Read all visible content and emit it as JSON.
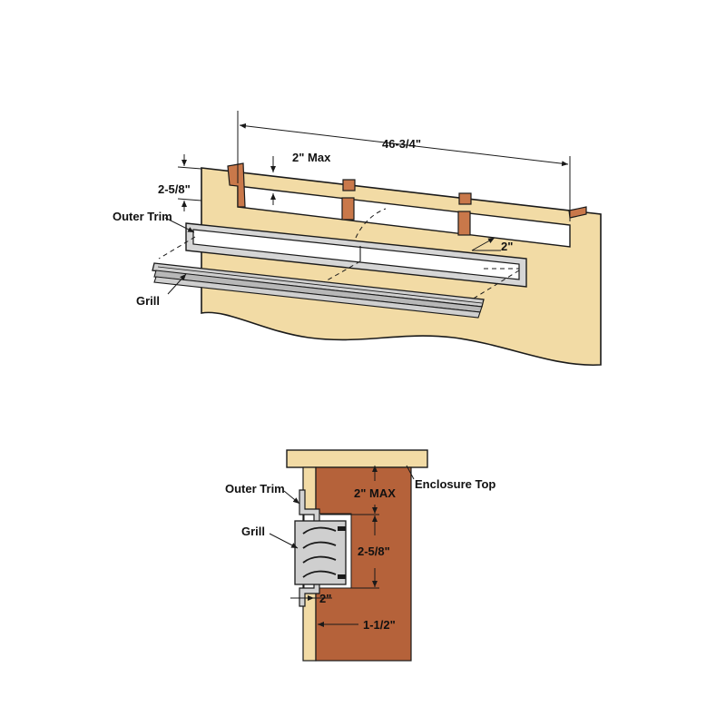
{
  "top_view": {
    "dim_width": "46-3/4\"",
    "dim_max": "2\" Max",
    "dim_height": "2-5/8\"",
    "dim_depth": "2\"",
    "label_outer_trim": "Outer Trim",
    "label_grill": "Grill"
  },
  "section_view": {
    "label_outer_trim": "Outer Trim",
    "label_grill": "Grill",
    "label_enclosure_top": "Enclosure Top",
    "dim_max": "2\" MAX",
    "dim_height": "2-5/8\"",
    "dim_depth": "2\"",
    "dim_offset": "1-1/2\""
  },
  "colors": {
    "wall": "#f2dba5",
    "stud": "#c9784a",
    "header_wood": "#b5623a",
    "trim": "#d2d2d2",
    "line": "#1a1a1a"
  }
}
